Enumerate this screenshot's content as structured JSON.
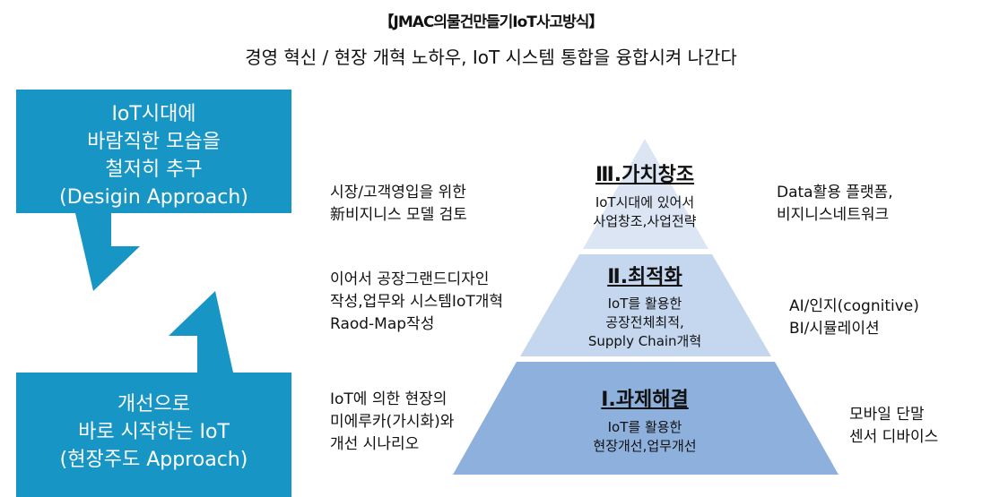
{
  "header": {
    "title": "【JMAC의물건만들기IoT사고방식】",
    "subtitle": "경영 혁신 / 현장 개혁 노하우, IoT 시스템 통합을 융합시켜 나간다"
  },
  "left": {
    "top_box": [
      "IoT시대에",
      "바람직한 모습을",
      "철저히 추구",
      "(Desigin Approach)"
    ],
    "bottom_box": [
      "개선으로",
      "바로 시작하는 IoT",
      "(현장주도 Approach)"
    ]
  },
  "pyramid": {
    "levels": [
      {
        "title": "Ⅲ.가치창조",
        "desc": [
          "IoT시대에 있어서",
          "사업창조,사업전략"
        ],
        "color": "#dbe5f4"
      },
      {
        "title": "Ⅱ.최적화",
        "desc": [
          "IoT를 활용한",
          "공장전체최적,",
          "Supply Chain개혁"
        ],
        "color": "#c5d7ef"
      },
      {
        "title": "Ⅰ.과제해결",
        "desc": [
          "IoT를 활용한",
          "현장개선,업무개선"
        ],
        "color": "#8eb0dd"
      }
    ]
  },
  "left_notes": [
    [
      "시장/고객영입을 위한",
      "新비지니스 모델 검토"
    ],
    [
      "이어서 공장그랜드디자인",
      "작성,업무와 시스템IoT개혁",
      "Raod-Map작성"
    ],
    [
      "IoT에 의한 현장의",
      "미에루카(가시화)와",
      "개선 시나리오"
    ]
  ],
  "right_notes": [
    [
      "Data활용 플랫폼,",
      "비지니스네트워크"
    ],
    [
      "AI/인지(cognitive)",
      "BI/시뮬레이션"
    ],
    [
      "모바일 단말",
      "센서 디바이스"
    ]
  ],
  "colors": {
    "box_blue": "#1796c6"
  }
}
